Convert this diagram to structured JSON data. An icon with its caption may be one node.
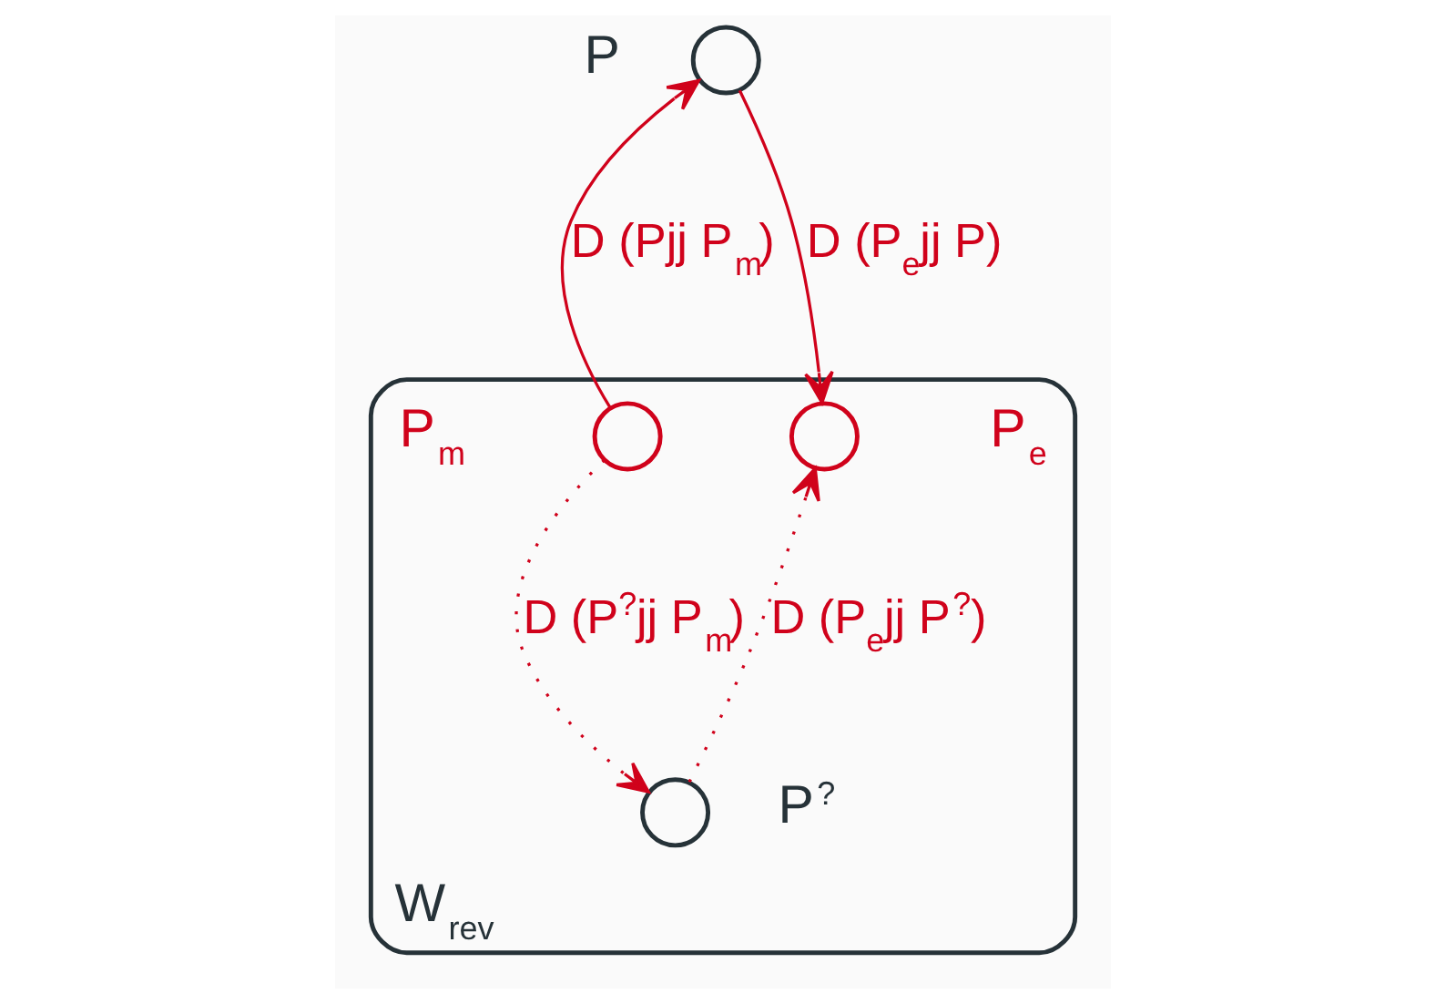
{
  "diagram": {
    "nodes": [
      {
        "text": [],
        "shape": "circle",
        "beside": [
          "P"
        ]
      },
      {
        "text": [
          "W$_{rev}$"
        ]
      },
      {
        "text": [],
        "shape": "circle",
        "beside": [
          "P$_{m}$"
        ],
        "in": 1
      },
      {
        "text": [],
        "shape": "circle",
        "beside": [
          "P$_{e}$"
        ],
        "in": 1
      },
      {
        "text": [],
        "shape": "circle",
        "beside": [
          "P$^{?}$"
        ],
        "in": 1
      }
    ],
    "edges": [
      {
        "from": 0,
        "to": 3,
        "arrow": "to",
        "label": "D (P$_{e}$jj P)"
      },
      {
        "from": 2,
        "to": 0,
        "arrow": "to",
        "label": "D (Pjj P$_{m}$)"
      },
      {
        "from": 2,
        "to": 4,
        "arrow": "to",
        "label": "D (P$^{?}$jj P$_{m}$)",
        "style": "dashed"
      },
      {
        "from": 4,
        "to": 3,
        "arrow": "to",
        "label": "D (P$_{e}$jj P$^{?}$)",
        "style": "dashed"
      }
    ]
  }
}
